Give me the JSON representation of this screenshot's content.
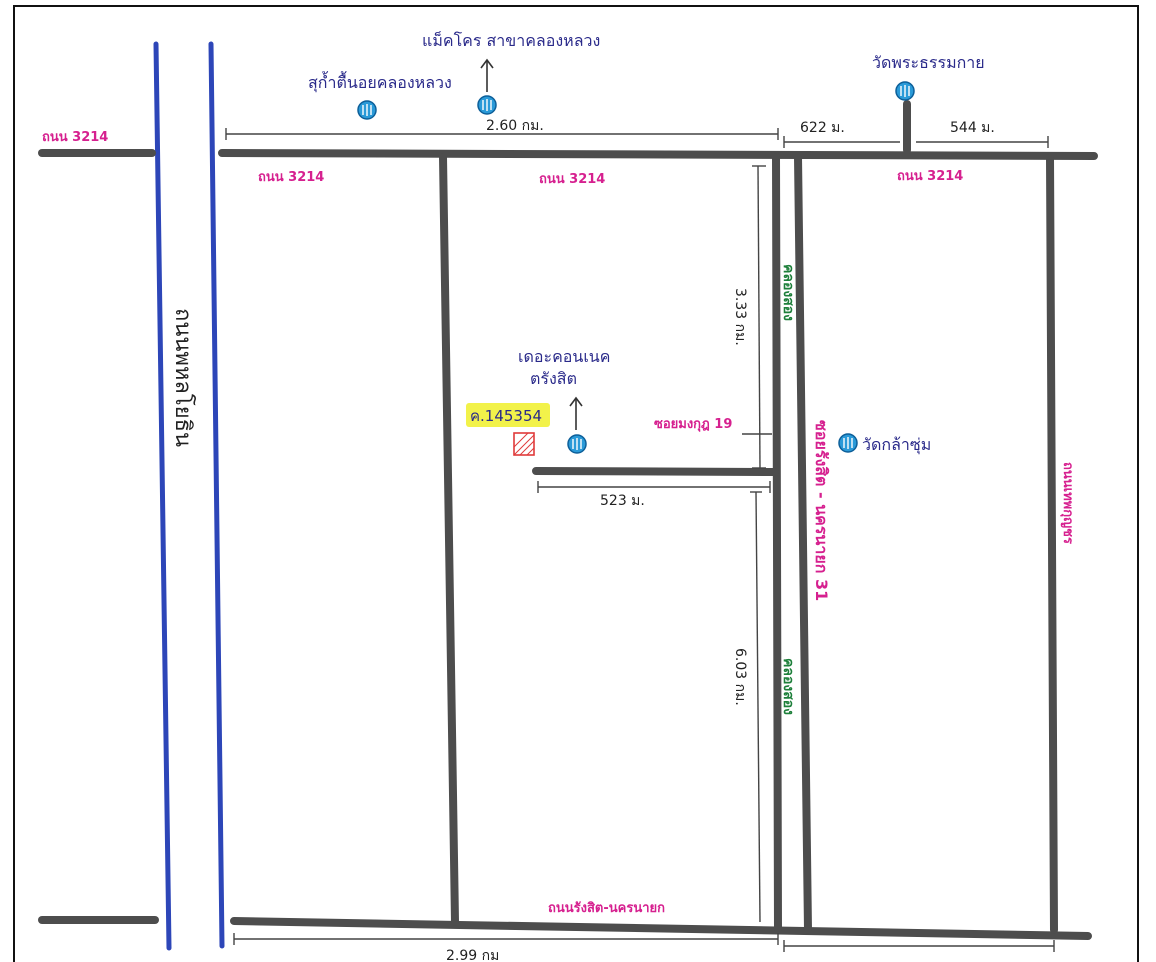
{
  "roads": {
    "road_3214_top_west": "ถนน 3214",
    "road_3214_top_left": "ถนน 3214",
    "road_3214_top_mid": "ถนน 3214",
    "road_3214_top_east": "ถนน 3214",
    "road_bottom": "ถนนรังสิต-นครนายก",
    "soi_name": "ซอยมงกุฎ 19",
    "rangsit_nakhonnayok_31": "ซอยรังสิต - นครนายก 31",
    "east_road": "ถนนเทพกุญชร",
    "phahonyothin": "ถนนพหลโยธิน",
    "canal_upper": "คลองสอง",
    "canal_lower": "คลองสอง"
  },
  "places": {
    "north_market": "แม็คโคร สาขาคลองหลวง",
    "post_office": "สุก้ำตื้นอยคลองหลวง",
    "wat_dharma": "วัดพระธรรมกาย",
    "condo_line1": "เดอะคอนเนค",
    "condo_line2": "ตรังสิต",
    "wat_klong": "วัดกล้าซุ่ม"
  },
  "plot": {
    "number": "ค.145354",
    "marker_color": "#e03a3a",
    "highlight_color": "#f2f24a"
  },
  "distances": {
    "top_span": "2.60 กม.",
    "top_right_a": "622 ม.",
    "top_right_b": "544 ม.",
    "vertical_upper": "3.33 กม.",
    "soi_length": "523 ม.",
    "vertical_lower": "6.03 กม.",
    "bottom_span": "2.99 กม"
  },
  "colors": {
    "road": "#4d4d4d",
    "highway": "#2d46b8",
    "label_pink": "#d6208f",
    "label_blue": "#2a2a8a",
    "label_green": "#1d7f3a",
    "poi": "#2a9ad8"
  },
  "icons": {
    "poi": "landmark-circle-icon",
    "plot": "hatched-square-icon",
    "arrow": "arrow-up-icon"
  }
}
